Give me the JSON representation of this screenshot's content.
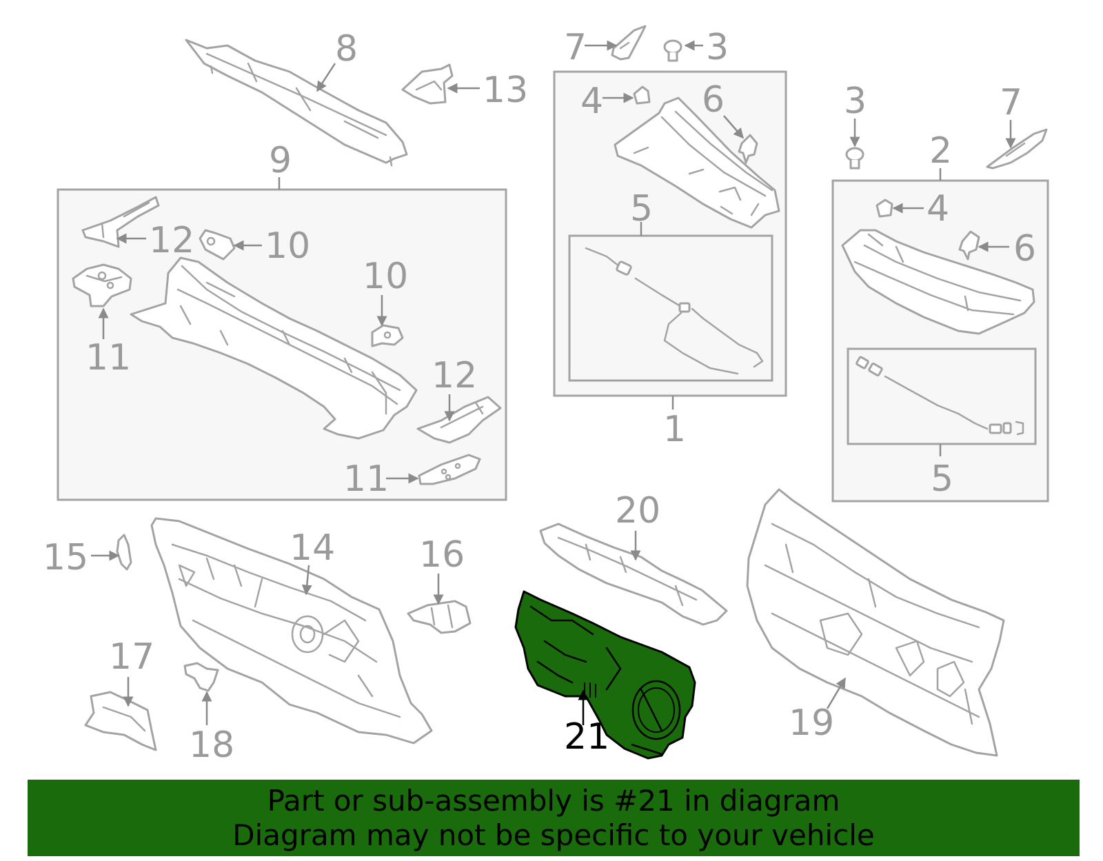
{
  "callouts": {
    "c1": "1",
    "c2": "2",
    "c3a": "3",
    "c3b": "3",
    "c4a": "4",
    "c4b": "4",
    "c5a": "5",
    "c5b": "5",
    "c6a": "6",
    "c6b": "6",
    "c7a": "7",
    "c7b": "7",
    "c8": "8",
    "c9": "9",
    "c10a": "10",
    "c10b": "10",
    "c11a": "11",
    "c11b": "11",
    "c12a": "12",
    "c12b": "12",
    "c13": "13",
    "c14": "14",
    "c15": "15",
    "c16": "16",
    "c17": "17",
    "c18": "18",
    "c19": "19",
    "c20": "20",
    "c21": "21"
  },
  "highlight": {
    "part_number": "21",
    "color": "#1a6b0b",
    "outline_color": "#000000"
  },
  "diagram_colors": {
    "line": "#a3a3a3",
    "label": "#9a9a9a",
    "box_fill": "#f7f7f7"
  },
  "banner": {
    "line1": "Part or sub-assembly is #21 in diagram",
    "line2": "Diagram may not be specific to your vehicle",
    "background": "#1a6b0b"
  }
}
